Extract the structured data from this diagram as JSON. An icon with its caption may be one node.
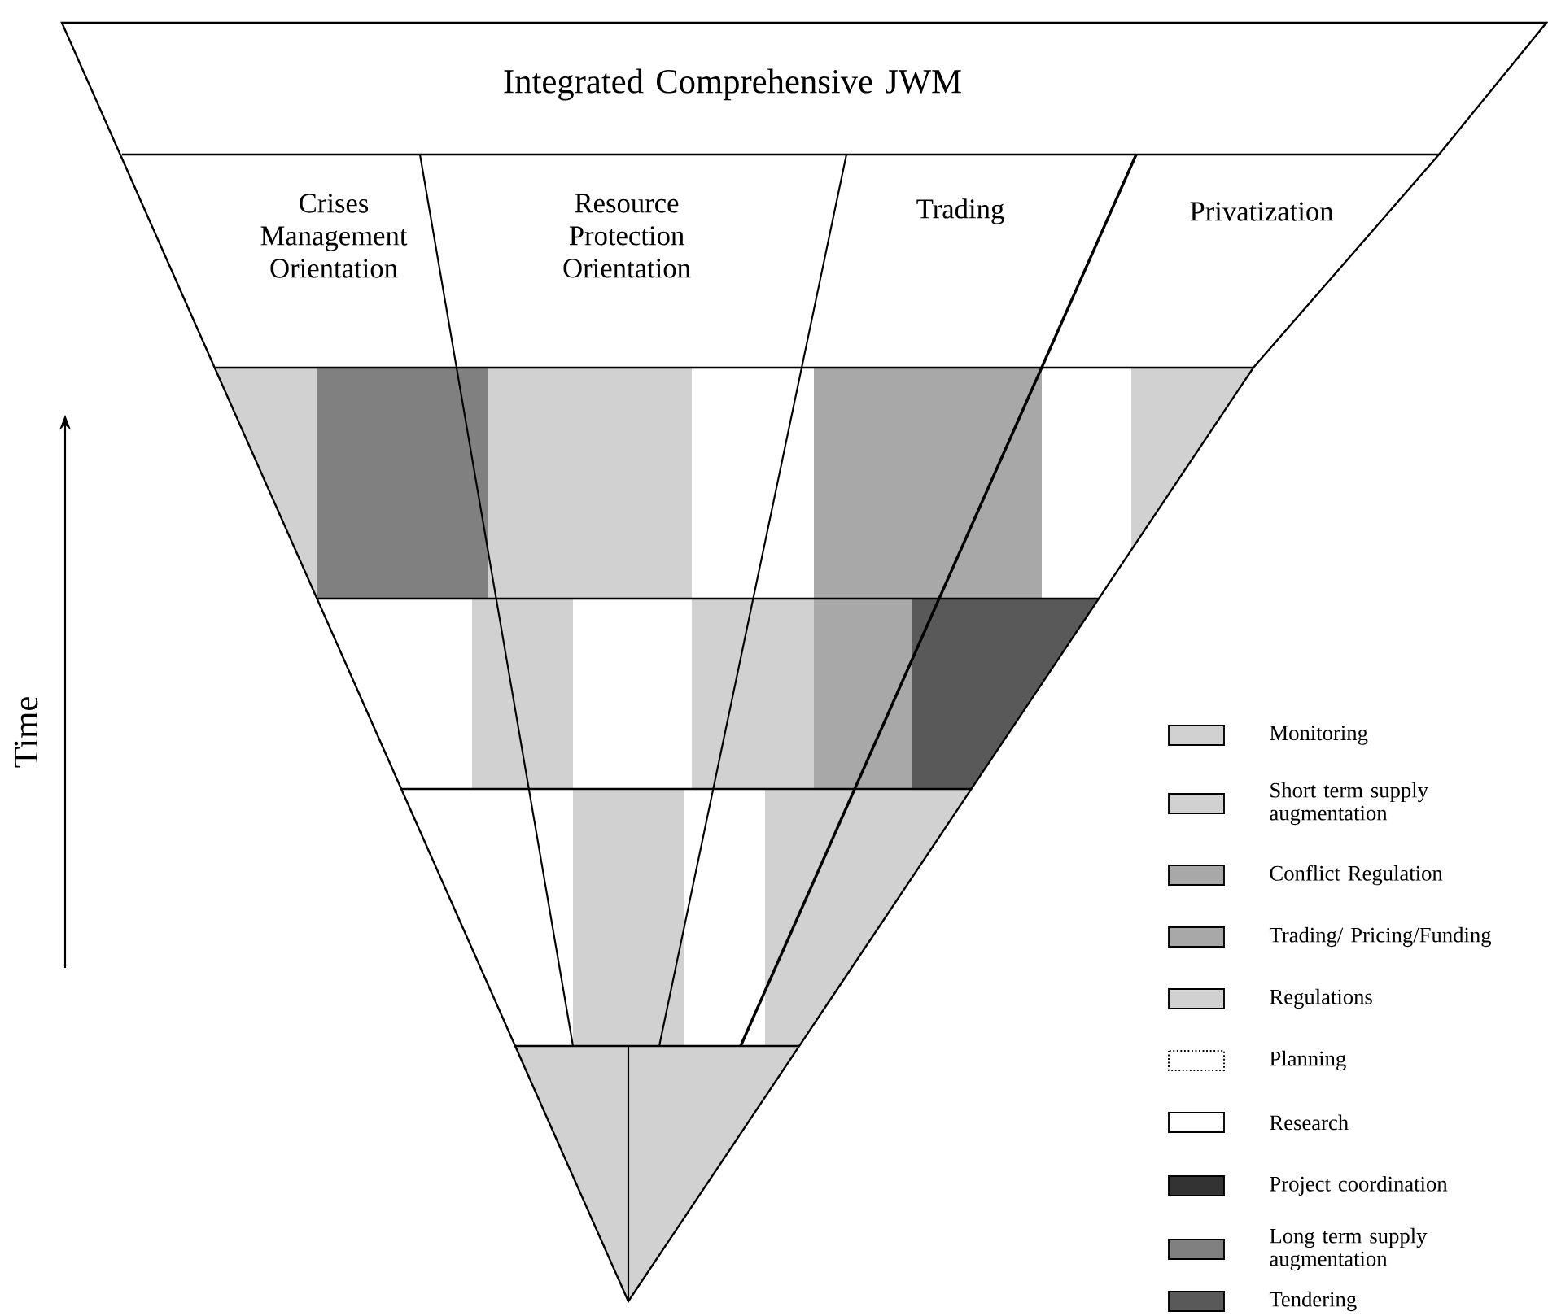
{
  "diagram": {
    "nodes": [
      {
        "text": [
          "Integrated Comprehensive JWM"
        ]
      },
      {
        "text": [
          "Crises Management Orientation"
        ]
      },
      {
        "text": [
          "Resource Protection Orientation"
        ]
      },
      {
        "text": [
          "Trading"
        ]
      },
      {
        "text": [
          "Privatization"
        ]
      }
    ],
    "labels": [
      "Time"
    ],
    "legend": [
      {
        "text": "Monitoring"
      },
      {
        "text": "Short term supply augmentation"
      },
      {
        "text": "Conflict Regulation"
      },
      {
        "text": "Trading/ Pricing/Funding"
      },
      {
        "text": "Regulations"
      },
      {
        "text": "Planning"
      },
      {
        "text": "Research"
      },
      {
        "text": "Project coordination"
      },
      {
        "text": "Long term supply augmentation"
      },
      {
        "text": "Tendering"
      }
    ]
  }
}
